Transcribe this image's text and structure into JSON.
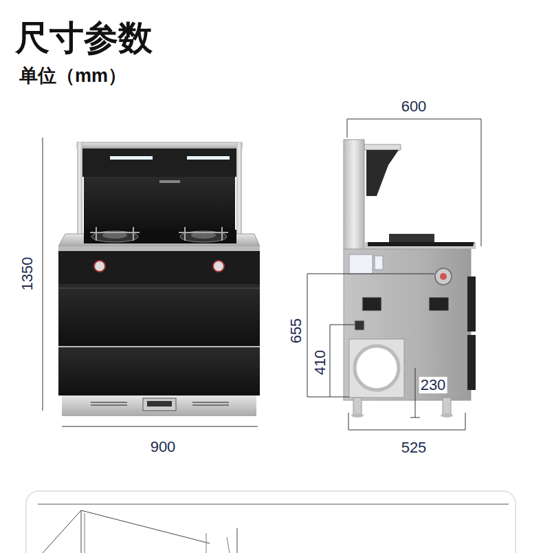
{
  "diagram": {
    "title": "尺寸参数",
    "labels": [
      "单位（mm）",
      "1350",
      "900",
      "600",
      "655",
      "410",
      "230",
      "525"
    ]
  }
}
